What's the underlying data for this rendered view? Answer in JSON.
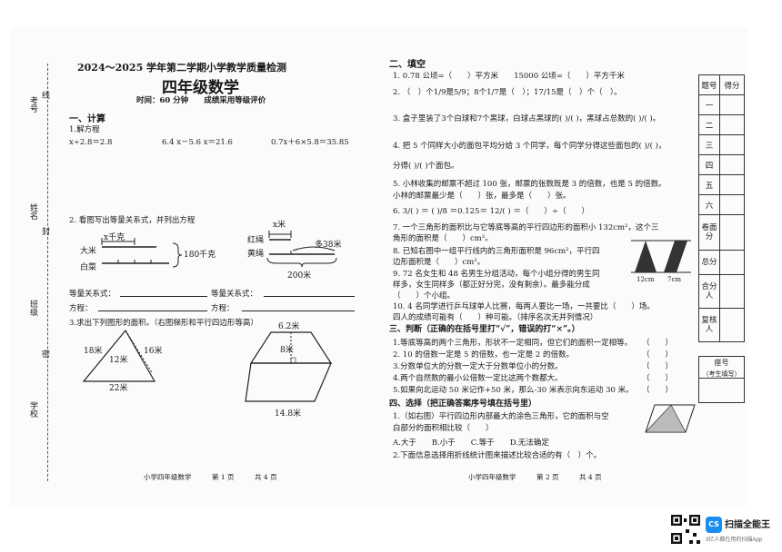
{
  "header": {
    "title": "2024～2025 学年第二学期小学教学质量检测",
    "subject": "四年级数学",
    "info": "时间：60 分钟　　成绩采用等级评价"
  },
  "gutter": {
    "kaohao": "考号",
    "xian": "线",
    "xingming": "姓名",
    "feng": "封",
    "banji": "班级",
    "mi": "密",
    "xuexiao": "学校"
  },
  "part1": {
    "heading": "一、计算",
    "sub1": "1.解方程",
    "eq1": "x÷2.8＝2.8",
    "eq2": "6.4 x－5.6 x＝21.6",
    "eq3": "0.7x＋6×5.8＝35.85",
    "sub2": "2. 看图写出等量关系式，并列出方程",
    "diag1": {
      "top": "x千克",
      "row1": "大米",
      "row2": "白菜",
      "total": "180千克"
    },
    "diag2": {
      "top": "x米",
      "row1": "红绳",
      "row2": "黄绳",
      "extra": "多38米",
      "total": "200米"
    },
    "rel_label": "等量关系式：",
    "eq_label": "方程：",
    "sub3": "3.求出下列图形的面积。（右图梯形和平行四边形等高）",
    "tri": {
      "left": "18米",
      "right": "16米",
      "height": "12米",
      "base": "22米"
    },
    "trap": {
      "top": "6.2米",
      "height": "8米",
      "base": "14.8米"
    },
    "footer": "小学四年级数学　　　第 1 页　　　共 4 页"
  },
  "part2": {
    "heading": "二、填空",
    "q1": "1. 0.78 公顷=（　　）平方米　　15000 公顷=（　　）平方千米",
    "q2": "2. （　）个1/9是5/9；8个1/7是（　）；17/15是（　）个（　）。",
    "q3": "3. 盒子里装了3个白球和7个黑球，白球占黑球的(  )/(  )，黑球占总数的(  )/(  )。",
    "q4a": "4. 把 5 个同样大小的面包平均分给 3 个同学，每个同学分得这些面包的(  )/(  )，",
    "q4b": "分得(  )/(  )个面包。",
    "q5a": "5. 小林收集的邮票不超过 100 张，邮票的张数既是 3 的倍数，也是 5 的倍数。",
    "q5b": "小林的邮票最少是（　　）张，最多是（　　）张。",
    "q6": "6. 3/(  ) ＝ (  )/8 ＝0.125＝ 12/(  ) ＝（　　）÷（　　）",
    "q7a": "7. 一个三角形的面积比与它等底等高的平行四边形的面积小 132cm²，这个三",
    "q7b": "角形的面积是（　　）cm²。",
    "q8a": "8. 已知右图中一组平行线内的三角形面积是 96cm²，平行四",
    "q8b": "边形面积是（　　）cm²。",
    "q8fig": {
      "a": "12cm",
      "b": "7cm"
    },
    "q9a": "9. 72 名女生和 48 名男生分组活动，每个小组分得的男生同",
    "q9b": "样多，女生同样多（都正好分完，没有剩余）。最多能分成",
    "q9c": "（　　）个小组。",
    "q10a": "10. 4 名同学进行乒乓球单人比赛，每两人要比一场，一共要比（　　）场。",
    "q10b": "四人的成绩可能有（　　）种可能。（排序名次无并列情况）",
    "part3_heading": "三、判断（正确的在括号里打“√”，错误的打“×”。）",
    "j1": "1.等底等高的两个三角形，形状不一定相同，但它们的面积一定相等。",
    "j2": "2. 10 的倍数一定是 5 的倍数，也一定是 2 的倍数。",
    "j3": "3.分数单位大的分数一定大于分数单位小的分数。",
    "j4": "4.两个自然数的最小公倍数一定比这两个数都大。",
    "j5": "5.如果向北运动 50 米记作+50 米，那么-30 米表示向东运动 30 米。",
    "jparen": "（　　）",
    "part4_heading": "四、选择（把正确答案序号填在括号里）",
    "c1a": "1.（如右图）平行四边形内部最大的涂色三角形，它的面积与空",
    "c1b": "白部分的面积相比较（　　）",
    "c1opts": "A.大于　　B.小于　　C.等于　　D.无法确定",
    "c2": "2.下面信息选择用折线统计图来描述比较合适的有（　）个。",
    "footer": "小学四年级数学　　　第 2 页　　　共 4 页"
  },
  "score_table": {
    "h1": "题号",
    "h2": "得分",
    "rows": [
      "一",
      "二",
      "三",
      "四",
      "五",
      "六",
      "卷面分",
      "总分",
      "合分人",
      "复核人"
    ]
  },
  "seat": {
    "label": "座号",
    "sub": "（考生填写）"
  },
  "watermark": {
    "brand": "扫描全能王",
    "sub": "3亿人都在用的扫描App",
    "logo": "CS"
  }
}
